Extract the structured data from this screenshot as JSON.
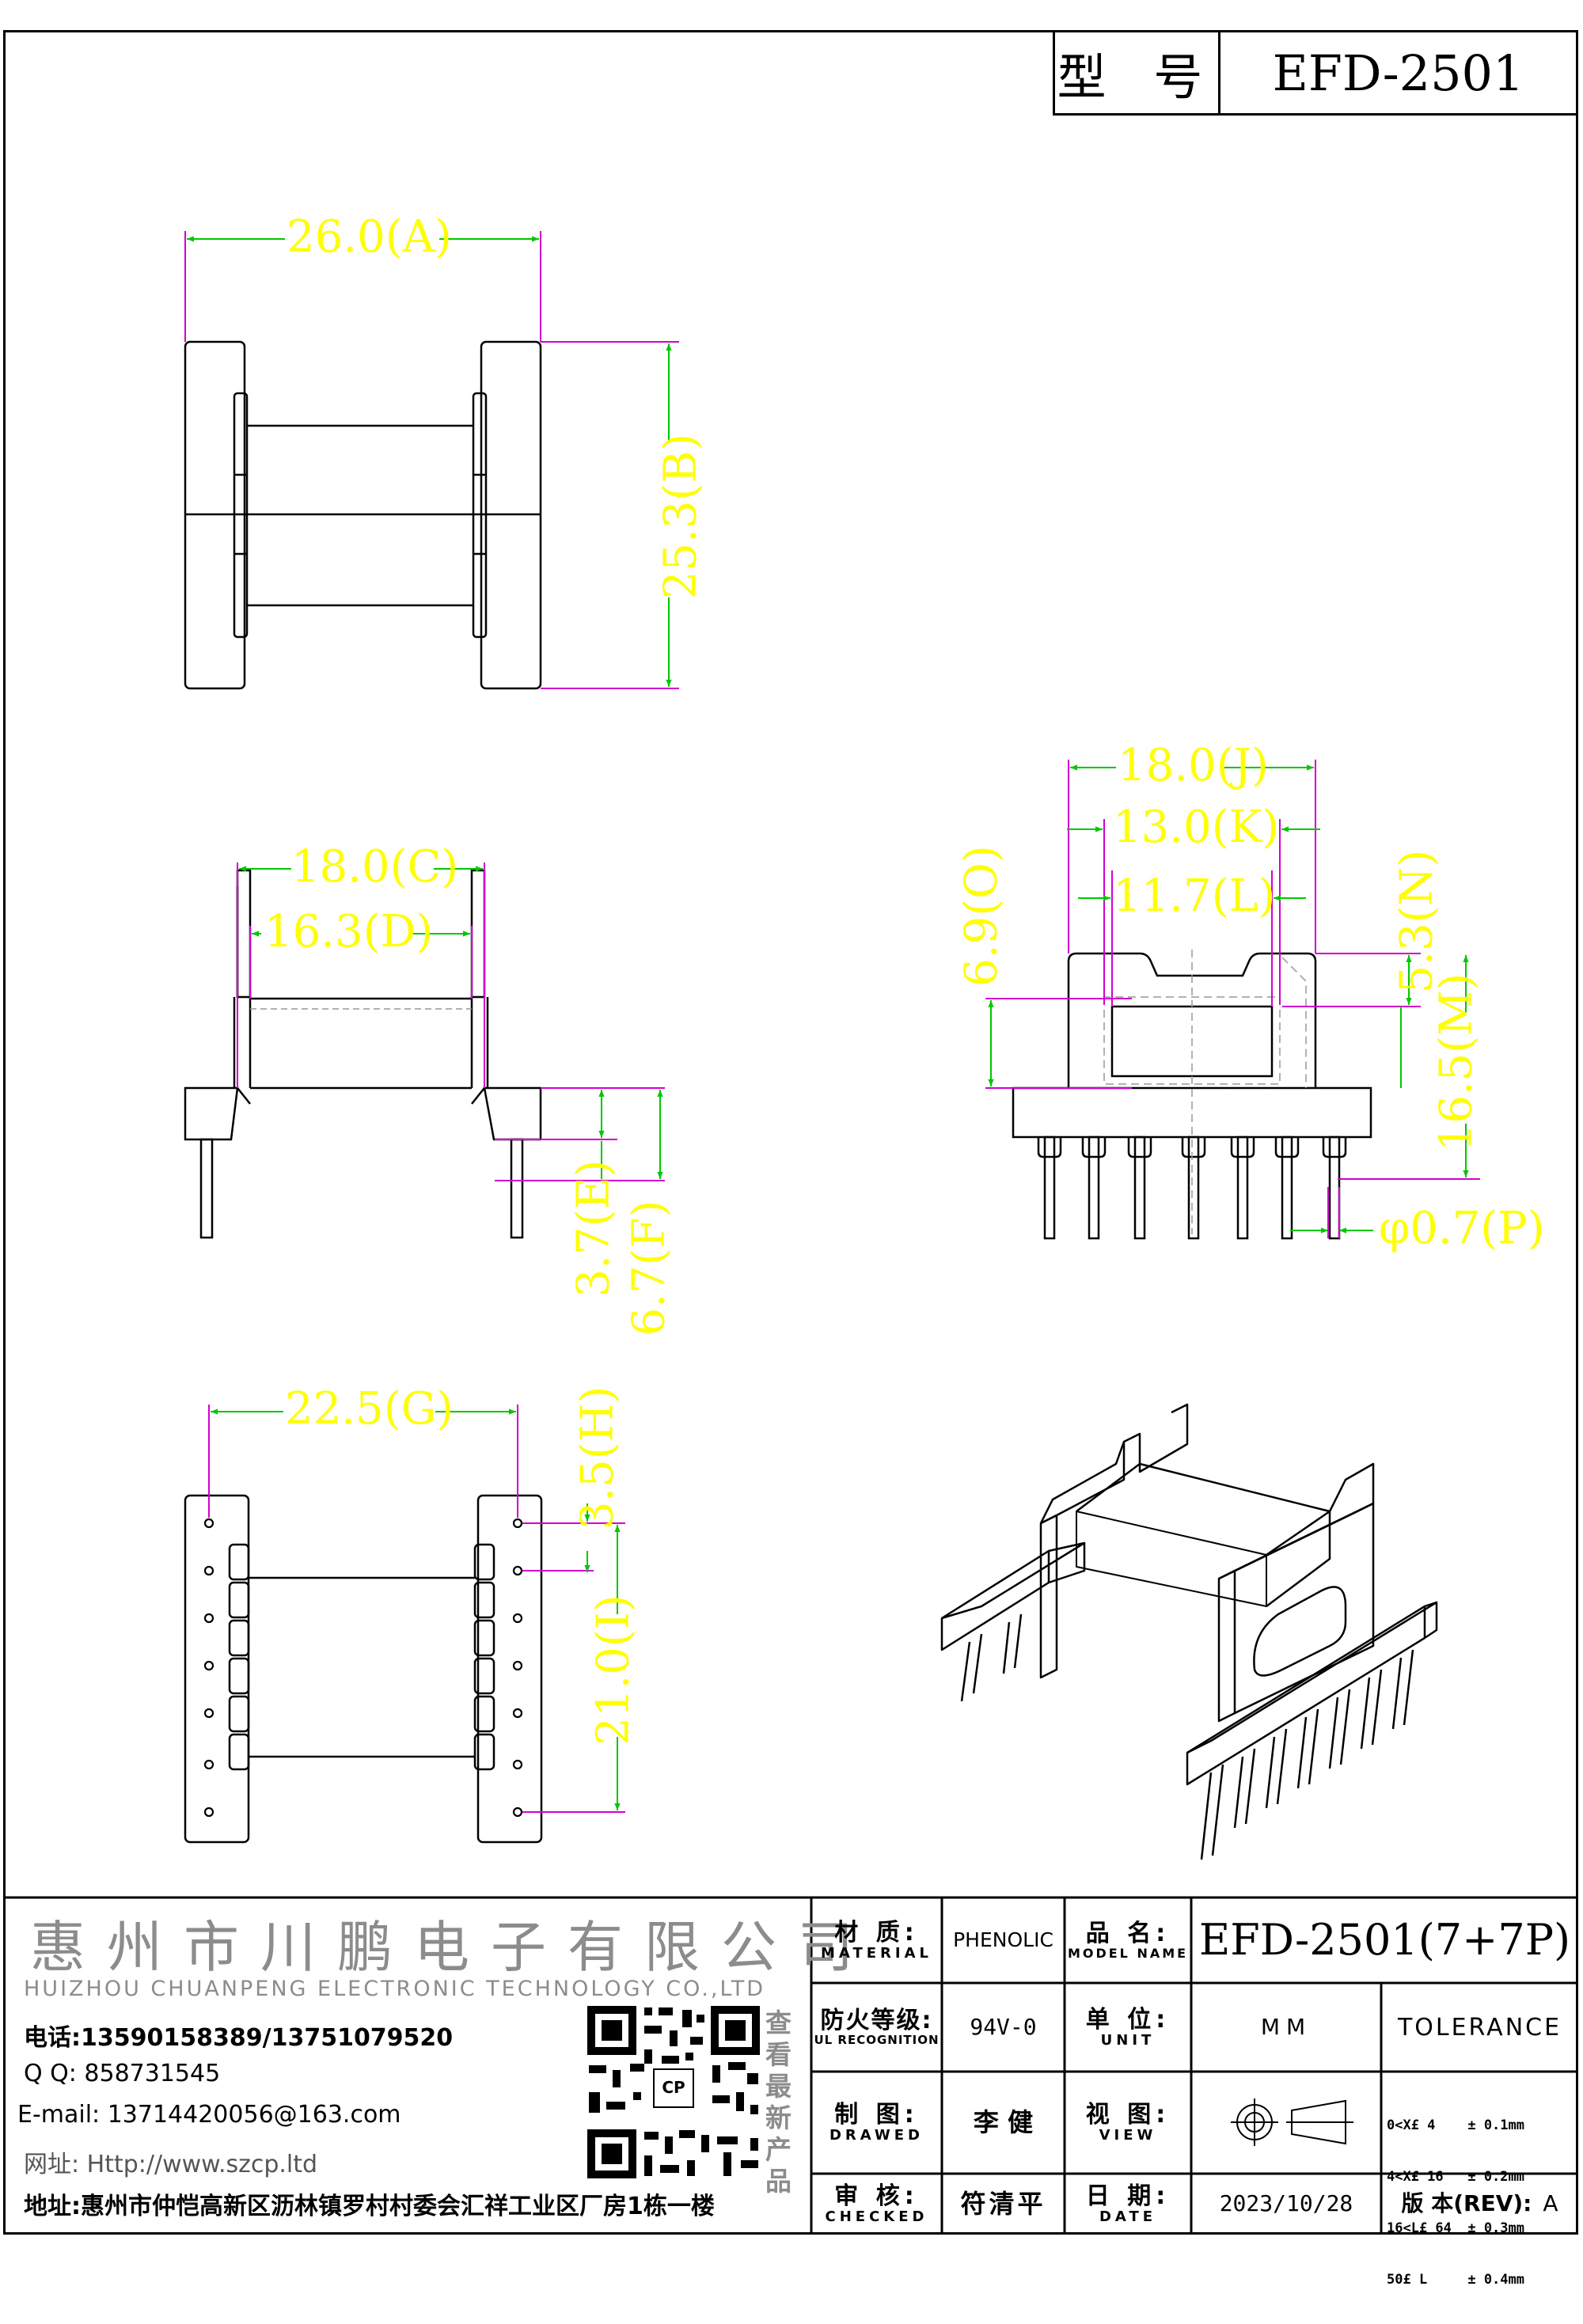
{
  "title_block": {
    "model_label": "型 号",
    "model_value": "EFD-2501"
  },
  "dimensions": {
    "A": "26.0(A)",
    "B": "25.3(B)",
    "C": "18.0(C)",
    "D": "16.3(D)",
    "E": "3.7(E)",
    "F": "6.7(F)",
    "G": "22.5(G)",
    "H": "3.5(H)",
    "I": "21.0(I)",
    "J": "18.0(J)",
    "K": "13.0(K)",
    "L": "11.7(L)",
    "M": "16.5(M)",
    "N": "5.3(N)",
    "O": "6.9(O)",
    "P": "φ0.7(P)"
  },
  "company": {
    "name_cn": "惠州市川鹏电子有限公司",
    "name_en": "HUIZHOU CHUANPENG ELECTRONIC TECHNOLOGY CO.,LTD",
    "phone": "电话:13590158389/13751079520",
    "qq": "Q Q: 858731545",
    "email": "E-mail: 13714420056@163.com",
    "website": "网址: Http://www.szcp.ltd",
    "address": "地址:惠州市仲恺高新区沥林镇罗村村委会汇祥工业区厂房1栋一楼",
    "qr_caption": "查看最新产品",
    "qr_center": "CP"
  },
  "spec_table": {
    "material_label_cn": "材 质:",
    "material_label_en": "MATERIAL",
    "material_value": "PHENOLIC",
    "model_name_label_cn": "品 名:",
    "model_name_label_en": "MODEL NAME",
    "model_name_value": "EFD-2501(7+7P)",
    "flame_label_cn": "防火等级:",
    "flame_label_en": "UL RECOGNITION",
    "flame_value": "94V-0",
    "unit_label_cn": "单 位:",
    "unit_label_en": "UNIT",
    "unit_value": "MM",
    "tolerance_label": "TOLERANCE",
    "drawn_label_cn": "制 图:",
    "drawn_label_en": "DRAWED",
    "drawn_value": "李 健",
    "view_label_cn": "视 图:",
    "view_label_en": "VIEW",
    "checked_label_cn": "审 核:",
    "checked_label_en": "CHECKED",
    "checked_value": "符清平",
    "date_label_cn": "日 期:",
    "date_label_en": "DATE",
    "date_value": "2023/10/28",
    "rev_label": "版 本(REV):",
    "rev_value": "A",
    "tolerances": [
      "0<X£ 4    ± 0.1mm",
      "4<X£ 16   ± 0.2mm",
      "16<L£ 64  ± 0.3mm",
      "50£ L     ± 0.4mm"
    ]
  }
}
